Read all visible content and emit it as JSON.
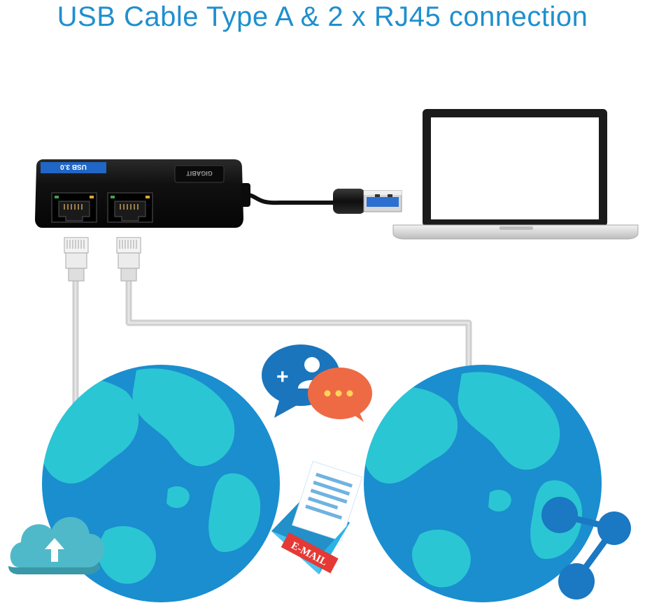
{
  "title": "USB Cable Type A & 2 x RJ45 connection",
  "adapter": {
    "usb_badge": "USB 3.0",
    "brand": "GIGABIT"
  },
  "email_icon": {
    "label": "E-MAIL"
  },
  "colors": {
    "title": "#1f8fce",
    "globe_ocean": "#1a8ecf",
    "globe_land": "#2bc6d3",
    "cable": "#cfcfcf",
    "adapter_body": "#141414",
    "usb_badge": "#1f66c7",
    "usb_plug_tab": "#2d6fd0",
    "laptop_frame": "#1b1b1b",
    "laptop_base": "#d9d9d9",
    "cloud": "#4fb9c9",
    "chat_blue": "#1b75bc",
    "chat_orange": "#ee6a44",
    "email_envelope": "#2bb3e5",
    "email_band": "#e53935",
    "share_icon": "#1b78c2"
  },
  "icons": [
    "laptop-icon",
    "usb-ethernet-adapter-icon",
    "rj45-plug-icon",
    "usb-a-plug-icon",
    "globe-icon",
    "cloud-upload-icon",
    "add-user-chat-icon",
    "chat-bubble-icon",
    "email-icon",
    "share-icon"
  ]
}
